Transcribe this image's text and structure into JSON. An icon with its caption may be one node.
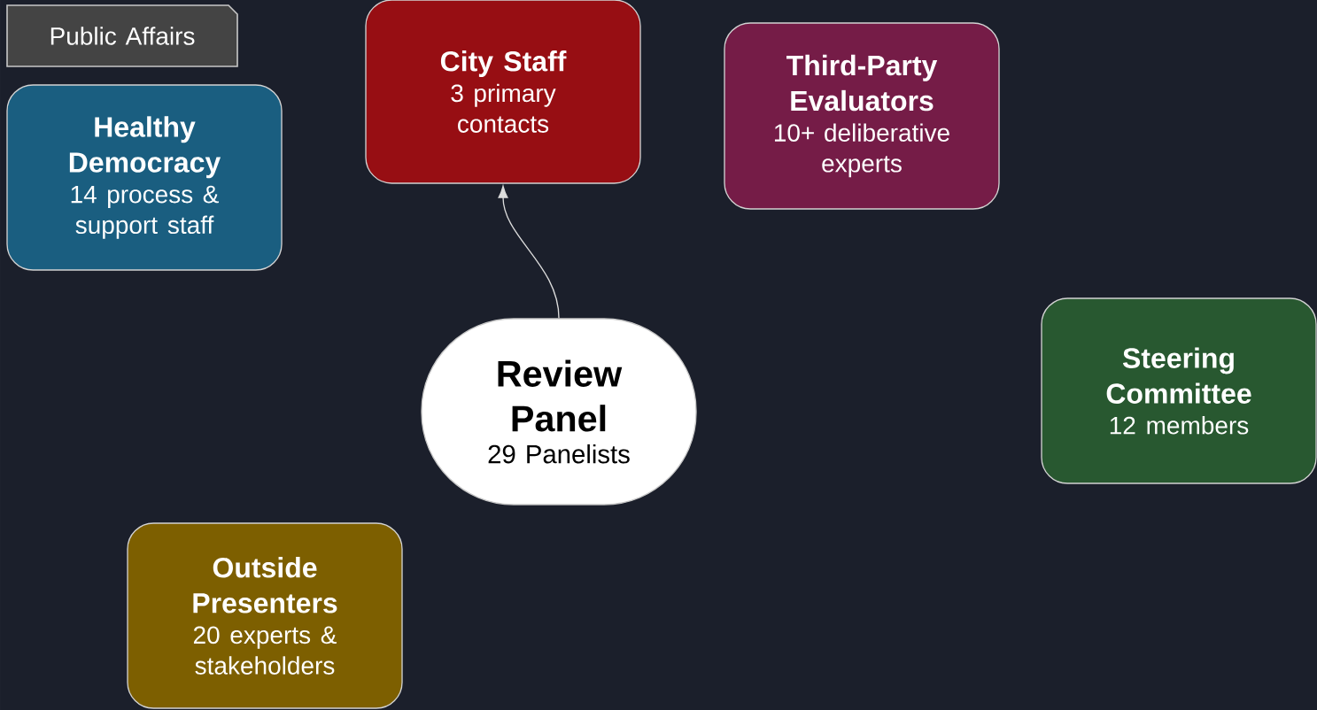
{
  "diagram": {
    "nodes": [
      {
        "text": [
          "Public Affairs"
        ]
      },
      {
        "text": [
          "City Staff",
          "3 primary contacts"
        ]
      },
      {
        "text": [
          "Third-Party Evaluators",
          "10+ deliberative experts"
        ]
      },
      {
        "text": [
          "Healthy Democracy",
          "14 process & support staff"
        ]
      },
      {
        "text": [
          "Steering Committee",
          "12 members"
        ]
      },
      {
        "text": [
          "Review Panel",
          "29 Panelists"
        ]
      },
      {
        "text": [
          "Outside Presenters",
          "20 experts & stakeholders"
        ]
      }
    ],
    "edges": [
      {
        "from": 5,
        "to": 1,
        "arrow": "to"
      }
    ]
  }
}
